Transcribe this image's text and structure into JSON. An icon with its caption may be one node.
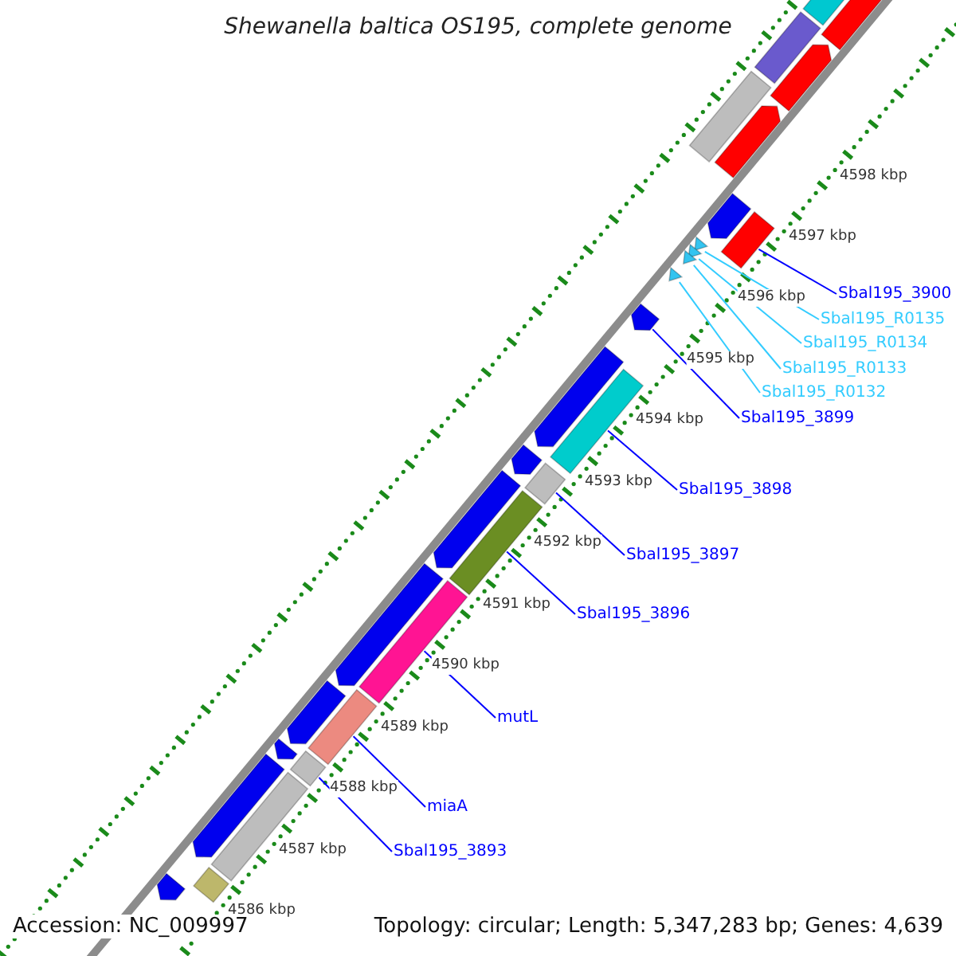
{
  "diagram": {
    "title": "Shewanella baltica OS195, complete genome",
    "nodes": [
      {
        "text": [
          "Sbal195_3900"
        ]
      },
      {
        "text": [
          "Sbal195_R0135"
        ]
      },
      {
        "text": [
          "Sbal195_R0134"
        ]
      },
      {
        "text": [
          "Sbal195_R0133"
        ]
      },
      {
        "text": [
          "Sbal195_R0132"
        ]
      },
      {
        "text": [
          "Sbal195_3899"
        ]
      },
      {
        "text": [
          "Sbal195_3898"
        ]
      },
      {
        "text": [
          "Sbal195_3897"
        ]
      },
      {
        "text": [
          "Sbal195_3896"
        ]
      },
      {
        "text": [
          "mutL"
        ]
      },
      {
        "text": [
          "miaA"
        ]
      },
      {
        "text": [
          "Sbal195_3893"
        ]
      },
      {
        "text": [],
        "shape": "bar"
      },
      {
        "text": [],
        "shape": "triangle"
      },
      {
        "text": [],
        "shape": "triangle"
      },
      {
        "text": [],
        "shape": "triangle"
      },
      {
        "text": [],
        "shape": "triangle"
      },
      {
        "text": [],
        "shape": "arrow"
      },
      {
        "text": [],
        "shape": "bar"
      },
      {
        "text": [],
        "shape": "bar"
      },
      {
        "text": [],
        "shape": "bar"
      },
      {
        "text": [],
        "shape": "bar"
      },
      {
        "text": [],
        "shape": "bar"
      },
      {
        "text": [],
        "shape": "bar"
      },
      {
        "text": [],
        "shape": "arrow"
      },
      {
        "text": [],
        "shape": "arrow"
      },
      {
        "text": [],
        "shape": "arrow"
      },
      {
        "text": [],
        "shape": "arrow"
      },
      {
        "text": [],
        "shape": "arrow"
      },
      {
        "text": [],
        "shape": "arrow"
      },
      {
        "text": [],
        "shape": "arrow"
      },
      {
        "text": [],
        "shape": "arrow"
      },
      {
        "text": [],
        "shape": "arrow"
      },
      {
        "text": [],
        "shape": "bar"
      },
      {
        "text": [],
        "shape": "bar"
      },
      {
        "text": [],
        "shape": "arrow"
      },
      {
        "text": [],
        "shape": "arrow"
      },
      {
        "text": [],
        "shape": "arrow"
      },
      {
        "text": [],
        "shape": "bar"
      },
      {
        "text": [],
        "shape": "bar"
      },
      {
        "text": [],
        "shape": "bar"
      }
    ],
    "edges": [
      {
        "from": 0,
        "to": 12,
        "arrow": "none"
      },
      {
        "from": 1,
        "to": 13,
        "arrow": "none",
        "color": "#33ccff"
      },
      {
        "from": 2,
        "to": 14,
        "arrow": "none",
        "color": "#33ccff"
      },
      {
        "from": 3,
        "to": 15,
        "arrow": "none",
        "color": "#33ccff"
      },
      {
        "from": 4,
        "to": 16,
        "arrow": "none",
        "color": "#33ccff"
      },
      {
        "from": 5,
        "to": 17,
        "arrow": "none"
      },
      {
        "from": 6,
        "to": 18,
        "arrow": "none"
      },
      {
        "from": 7,
        "to": 19,
        "arrow": "none"
      },
      {
        "from": 8,
        "to": 20,
        "arrow": "none"
      },
      {
        "from": 9,
        "to": 21,
        "arrow": "none"
      },
      {
        "from": 10,
        "to": 22,
        "arrow": "none"
      },
      {
        "from": 11,
        "to": 23,
        "arrow": "none"
      }
    ],
    "labels": [
      "4598 kbp",
      "4597 kbp",
      "4596 kbp",
      "4595 kbp",
      "4594 kbp",
      "4593 kbp",
      "4592 kbp",
      "4591 kbp",
      "4590 kbp",
      "4589 kbp",
      "4588 kbp",
      "4587 kbp",
      "4586 kbp",
      "Accession: NC_009997",
      "Topology: circular; Length: 5,347,283 bp; Genes: 4,639"
    ]
  }
}
